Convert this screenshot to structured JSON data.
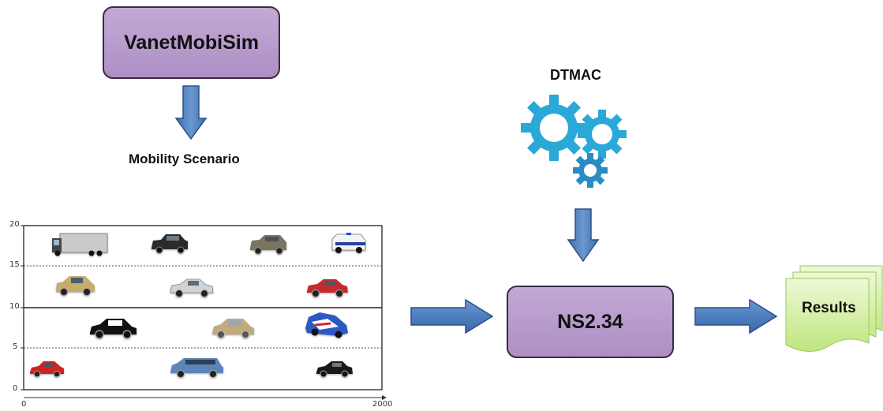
{
  "nodes": {
    "vanetmobisim": "VanetMobiSim",
    "ns2": "NS2.34",
    "results": "Results"
  },
  "labels": {
    "mobility_scenario": "Mobility Scenario",
    "dtmac": "DTMAC"
  },
  "road_plot": {
    "y_ticks": [
      "20",
      "15",
      "10",
      "5",
      "0"
    ],
    "x_ticks": [
      "0",
      "2000"
    ],
    "vehicles": [
      {
        "kind": "truck",
        "color": "#c9cacc"
      },
      {
        "kind": "suv",
        "color": "#2b2b2b"
      },
      {
        "kind": "suv",
        "color": "#7b7560"
      },
      {
        "kind": "police-van",
        "color": "#f4f4f4"
      },
      {
        "kind": "hatchback",
        "color": "#c6ad6c"
      },
      {
        "kind": "sedan",
        "color": "#d2d3d5"
      },
      {
        "kind": "sedan",
        "color": "#c82a2a"
      },
      {
        "kind": "hatchback",
        "color": "#111111"
      },
      {
        "kind": "hatchback",
        "color": "#c2a980"
      },
      {
        "kind": "rally-car",
        "color": "#2f58c4"
      },
      {
        "kind": "hatchback",
        "color": "#cf2323"
      },
      {
        "kind": "wagon",
        "color": "#5b86b8"
      },
      {
        "kind": "sedan",
        "color": "#1a1a1a"
      }
    ]
  },
  "colors": {
    "node_fill": "#b89bcc",
    "node_border": "#3a2b44",
    "arrow": "#4f7fbf",
    "arrow_border": "#2e4f86",
    "gear": "#2aa8d8",
    "results_fill": "#d6f0a8"
  },
  "icons": {
    "gears": "gears-icon",
    "results_stack": "document-stack-icon"
  }
}
